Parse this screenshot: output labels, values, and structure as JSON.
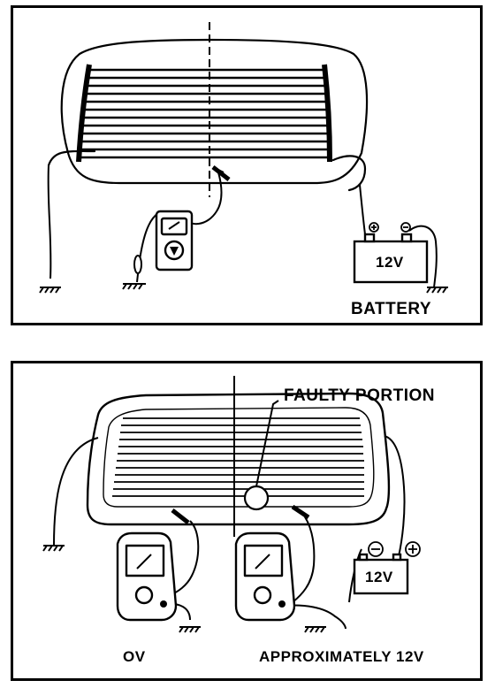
{
  "top_diagram": {
    "battery_voltage": "12V",
    "battery_caption": "BATTERY",
    "battery_terminals": {
      "positive_icon": "plus-circle-icon",
      "negative_icon": "minus-circle-icon"
    }
  },
  "bottom_diagram": {
    "faulty_label": "FAULTY PORTION",
    "battery_voltage": "12V",
    "left_meter_caption": "OV",
    "right_meter_caption": "APPROXIMATELY 12V",
    "battery_terminals": {
      "negative_icon": "minus-circle-icon",
      "positive_icon": "plus-circle-icon"
    }
  }
}
